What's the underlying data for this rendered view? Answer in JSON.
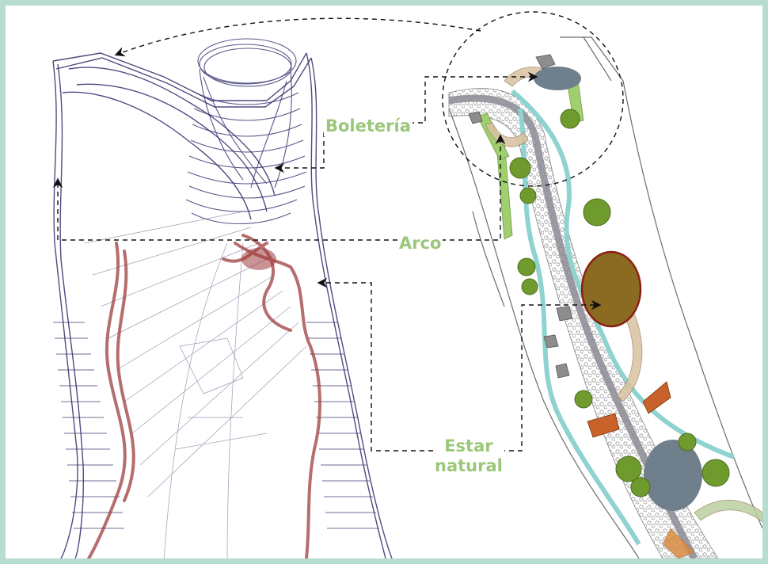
{
  "labels": {
    "boleteria": "Boletería",
    "arco": "Arco",
    "estar_line1": "Estar",
    "estar_line2": "natural"
  },
  "colors": {
    "frame": "#b7ddd0",
    "label_text": "#9bc77a",
    "sketch_ink": "#2e2d6b",
    "sketch_red": "#9e3d3d",
    "path_cyan": "#8fd3d0",
    "path_gray": "#8c8a93",
    "oval_gray": "#6f7f8c",
    "oval_brown": "#8b6a22",
    "tree_green": "#6f9b2e",
    "strip_green": "#9fcf6f"
  }
}
